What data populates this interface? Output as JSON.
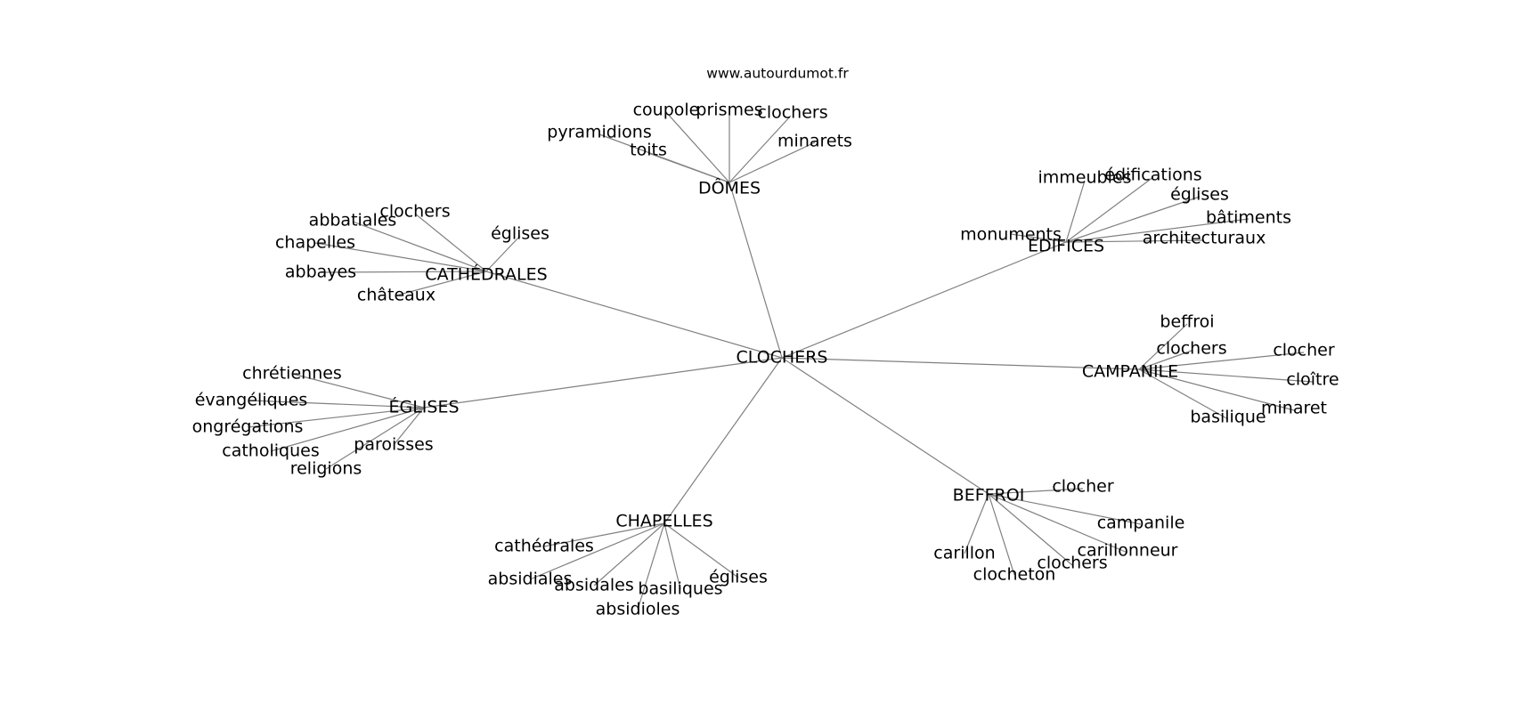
{
  "source": "www.autourdumot.fr",
  "center": "CLOCHERS",
  "groups": [
    {
      "label": "DÔMES",
      "children": [
        "coupole",
        "prismes",
        "clochers",
        "pyramidions",
        "toits",
        "minarets"
      ]
    },
    {
      "label": "EDIFICES",
      "children": [
        "immeubles",
        "édifications",
        "églises",
        "bâtiments",
        "monuments",
        "architecturaux"
      ]
    },
    {
      "label": "CAMPANILE",
      "children": [
        "beffroi",
        "clochers",
        "clocher",
        "cloître",
        "minaret",
        "basilique"
      ]
    },
    {
      "label": "BEFFROI",
      "children": [
        "clocher",
        "campanile",
        "carillonneur",
        "carillon",
        "clochers",
        "clocheton"
      ]
    },
    {
      "label": "CHAPELLES",
      "children": [
        "cathédrales",
        "absidiales",
        "absidales",
        "basiliques",
        "absidioles",
        "églises"
      ]
    },
    {
      "label": "ÉGLISES",
      "children": [
        "chrétiennes",
        "évangéliques",
        "ongrégations",
        "catholiques",
        "paroisses",
        "religions"
      ]
    },
    {
      "label": "CATHÉDRALES",
      "children": [
        "clochers",
        "abbatiales",
        "églises",
        "chapelles",
        "abbayes",
        "châteaux"
      ]
    }
  ],
  "colors": {
    "edge": "#808080",
    "text": "#000000",
    "background": "#ffffff"
  }
}
